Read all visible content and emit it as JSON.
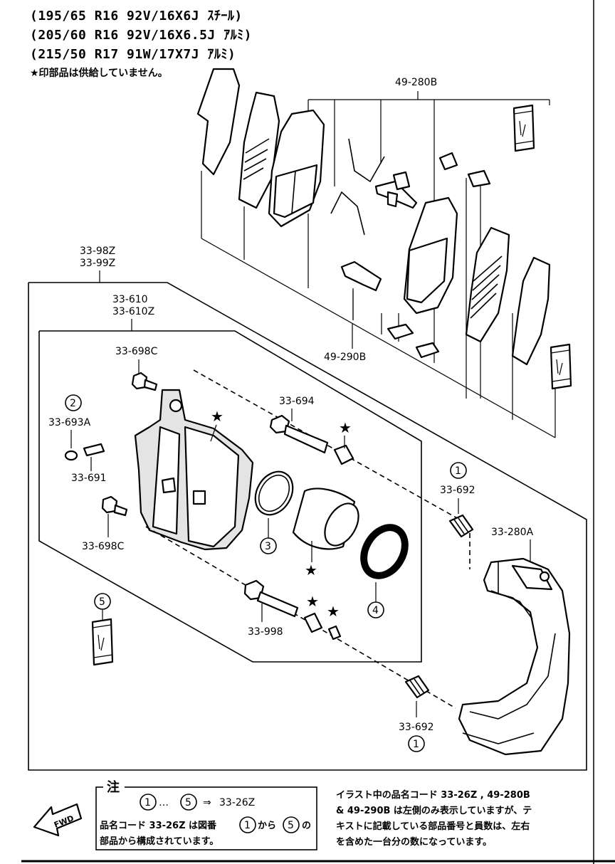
{
  "header": {
    "line1": "(195/65 R16 92V/16X6J ｽﾁｰﾙ)",
    "line2": "(205/60 R16 92V/16X6.5J ｱﾙﾐ)",
    "line3": "(215/50 R17 91W/17X7J ｱﾙﾐ)",
    "note": "★印部品は供給していません。"
  },
  "labels": {
    "l_49_280b": "49-280B",
    "l_33_98z": "33-98Z",
    "l_33_99z": "33-99Z",
    "l_33_610": "33-610",
    "l_33_610z": "33-610Z",
    "l_33_698c_top": "33-698C",
    "l_33_694": "33-694",
    "l_33_693a": "33-693A",
    "l_33_691": "33-691",
    "l_33_698c_bot": "33-698C",
    "l_33_692_top": "33-692",
    "l_33_280a": "33-280A",
    "l_49_290b": "49-290B",
    "l_33_998": "33-998",
    "l_33_692_bot": "33-692"
  },
  "circled": {
    "c1": "1",
    "c2": "2",
    "c3": "3",
    "c4": "4",
    "c5": "5"
  },
  "stars": "★",
  "note_box": {
    "title": "注",
    "range_from": "1",
    "ellipsis": "…",
    "range_to": "5",
    "arrow": "⇒",
    "code": "33-26Z",
    "text_a": "品名コード 33-26Z は図番",
    "text_b": "から",
    "text_c": "の",
    "text_d": "部品から構成されています。"
  },
  "fwd_label": "FWD",
  "right_note": {
    "line1": "イラスト中の品名コード 33-26Z , 49-280B",
    "line2": "& 49-290B は左側のみ表示していますが、テ",
    "line3": "キストに記載している部品番号と員数は、左右",
    "line4": "を含めた一台分の数になっています。"
  },
  "icons": {
    "grease": "grease-tube-icon",
    "star": "star-icon",
    "fwd": "fwd-arrow-icon"
  }
}
